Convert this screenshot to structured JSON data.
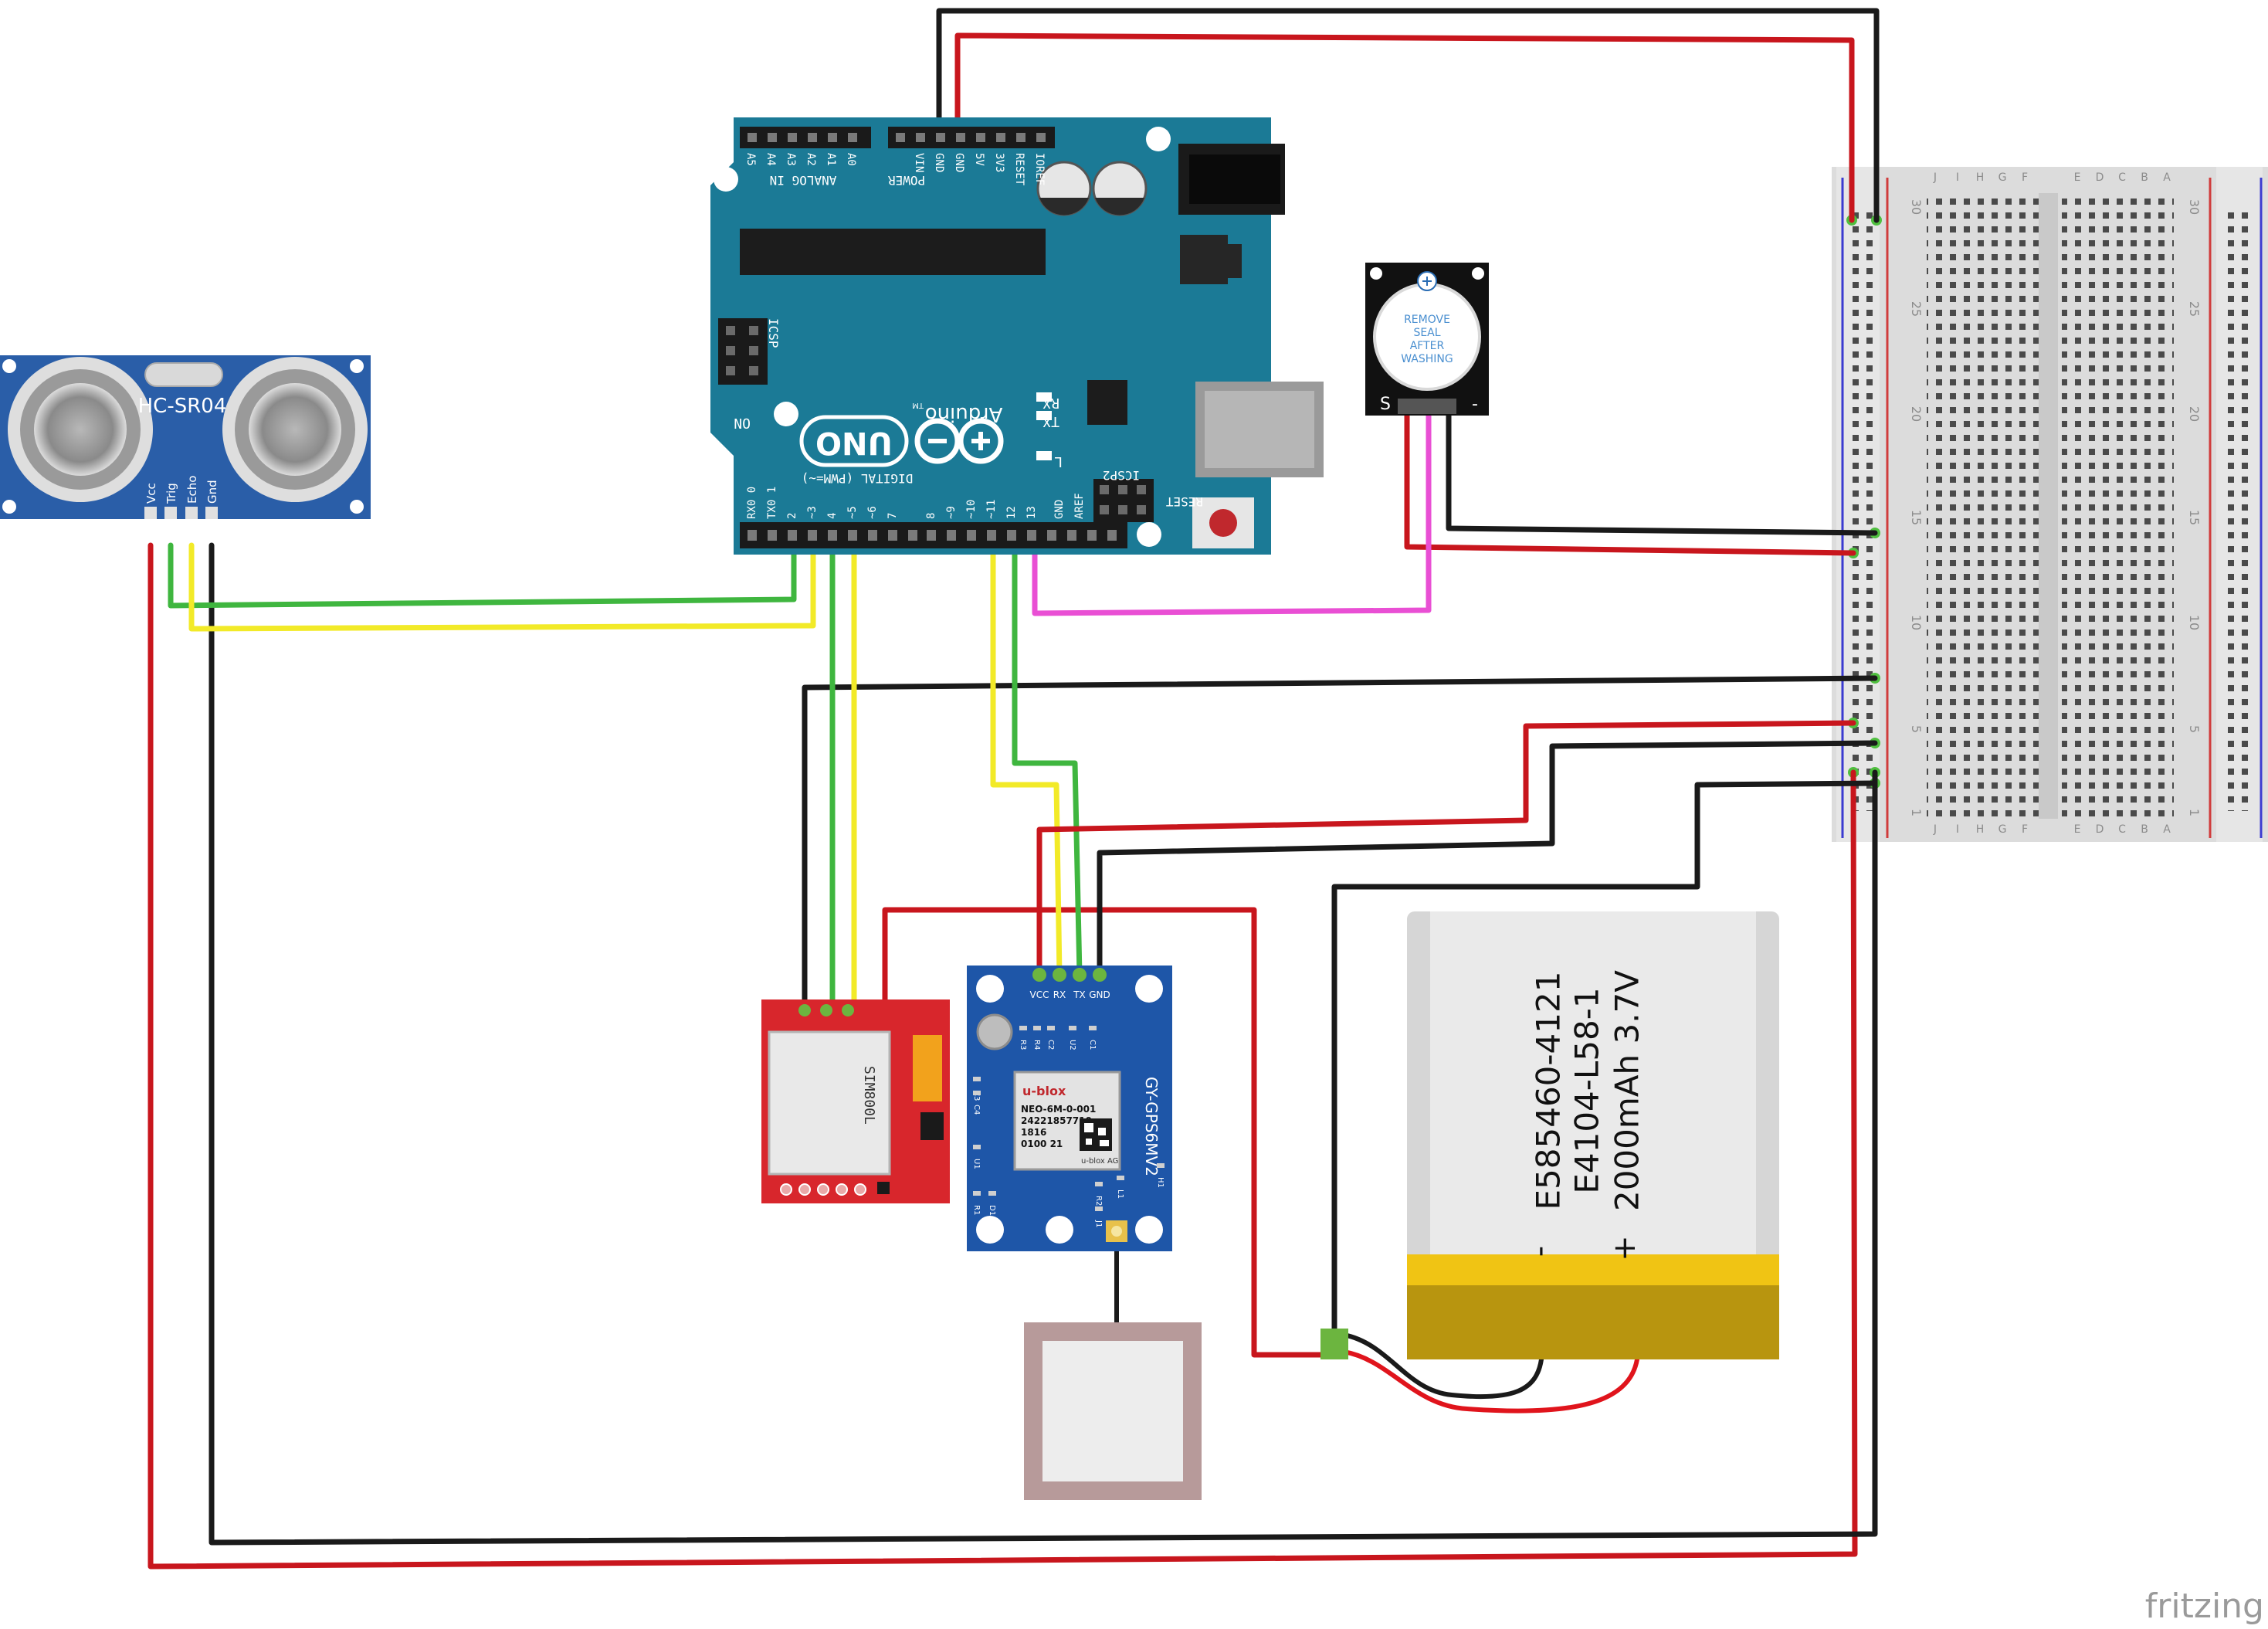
{
  "sensor": {
    "name": "HC-SR04",
    "pins": [
      "Vcc",
      "Trig",
      "Echo",
      "Gnd"
    ]
  },
  "arduino": {
    "brand": "Arduino",
    "model": "UNO",
    "tm": "TM",
    "on_label": "ON",
    "icsp_label": "ICSP",
    "icsp2_label": "ICSP2",
    "reset_label": "RESET",
    "l_label": "L",
    "tx_label": "TX",
    "rx_label": "RX",
    "analog_label": "ANALOG IN",
    "power_label": "POWER",
    "digital_label": "DIGITAL (PWM=~)",
    "aref_label": "AREF",
    "gnd_label": "GND",
    "power_pins": [
      "VIN",
      "GND",
      "GND",
      "5V",
      "3V3",
      "RESET",
      "IOREF"
    ],
    "analog_pins": [
      "A5",
      "A4",
      "A3",
      "A2",
      "A1",
      "A0"
    ],
    "digital_pins_low": [
      "RX0 0",
      "TX0 1",
      "2",
      "~3",
      "4",
      "~5",
      "~6",
      "7"
    ],
    "digital_pins_high": [
      "8",
      "~9",
      "~10",
      "~11",
      "12",
      "13"
    ]
  },
  "buzzer": {
    "text": [
      "REMOVE",
      "SEAL",
      "AFTER",
      "WASHING"
    ],
    "pin_s": "S",
    "pin_minus": "-"
  },
  "gsm": {
    "label": "SIM800L"
  },
  "gps": {
    "board_label": "GY-GPS6MV2",
    "pins": [
      "VCC",
      "RX",
      "TX",
      "GND"
    ],
    "brand": "u-blox",
    "chip_lines": [
      "NEO-6M-0-001",
      "24221857710",
      "1816",
      "0100 21"
    ],
    "maker": "u-blox AG",
    "components": [
      "R3",
      "R4",
      "C2",
      "U2",
      "C1",
      "C3",
      "C4",
      "U1",
      "R1",
      "D1",
      "R2",
      "L1",
      "J1",
      "H1"
    ]
  },
  "battery": {
    "line1": "E585460-4121",
    "line2": "E4104-L58-1",
    "line3": "2000mAh 3.7V",
    "minus": "-",
    "plus": "+"
  },
  "breadboard": {
    "row_numbers": [
      "30",
      "25",
      "20",
      "15",
      "10",
      "5",
      "1"
    ],
    "col_letters_left": [
      "J",
      "I",
      "H",
      "G",
      "F"
    ],
    "col_letters_right": [
      "E",
      "D",
      "C",
      "B",
      "A"
    ]
  },
  "watermark": "fritzing",
  "colors": {
    "wire_red": "#c8161d",
    "wire_black": "#1a1a1a",
    "wire_green": "#3fb63f",
    "wire_yellow": "#f2ea28",
    "wire_pink": "#e94fd4",
    "arduino_teal": "#1b7a96",
    "sensor_blue": "#2a5ea8",
    "gps_blue": "#1e56a8",
    "gsm_red": "#d8262c",
    "battery_gold": "#b8950f"
  }
}
